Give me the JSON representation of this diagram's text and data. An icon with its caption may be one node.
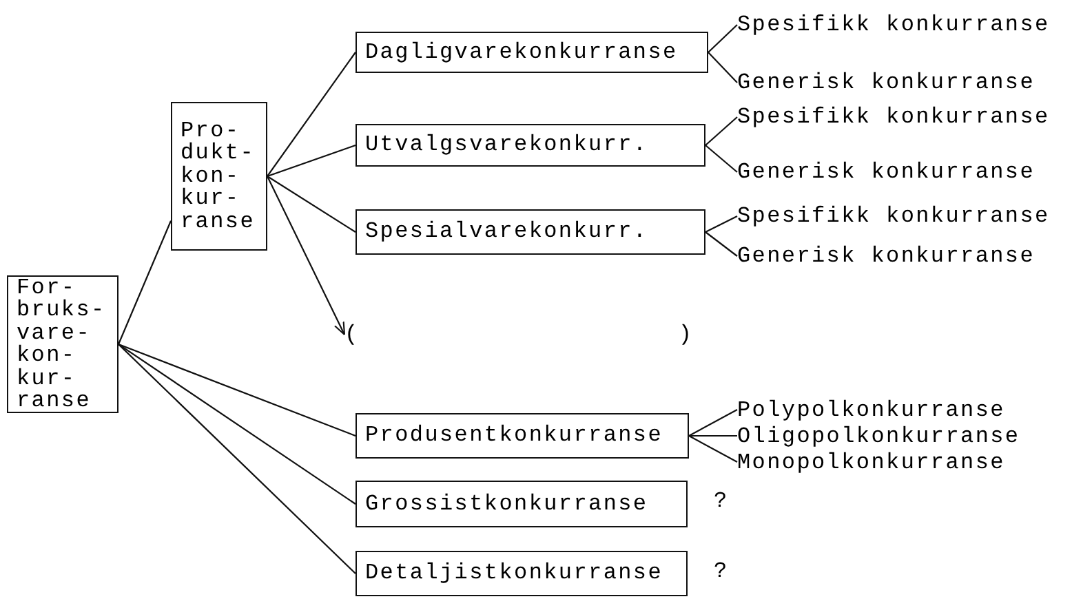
{
  "diagram": {
    "nodes": [
      {
        "text": [
          "For- bruks- vare- kon- kur- ranse"
        ]
      },
      {
        "text": [
          "Pro- dukt- kon- kur- ranse"
        ]
      },
      {
        "text": [
          "Dagligvarekonkurranse"
        ]
      },
      {
        "text": [
          "Utvalgsvarekonkurr."
        ]
      },
      {
        "text": [
          "Spesialvarekonkurr."
        ]
      },
      {
        "text": [
          "(",
          ")"
        ]
      },
      {
        "text": [
          "Produsentkonkurranse"
        ]
      },
      {
        "text": [
          "Grossistkonkurranse"
        ],
        "beside": [
          "?"
        ]
      },
      {
        "text": [
          "Detaljistkonkurranse"
        ],
        "beside": [
          "?"
        ]
      },
      {
        "text": [
          "Spesifikk konkurranse"
        ]
      },
      {
        "text": [
          "Generisk konkurranse"
        ]
      },
      {
        "text": [
          "Spesifikk konkurranse"
        ]
      },
      {
        "text": [
          "Generisk konkurranse"
        ]
      },
      {
        "text": [
          "Spesifikk konkurranse"
        ]
      },
      {
        "text": [
          "Generisk konkurranse"
        ]
      },
      {
        "text": [
          "Polypolkonkurranse"
        ]
      },
      {
        "text": [
          "Oligopolkonkurranse"
        ]
      },
      {
        "text": [
          "Monopolkonkurranse"
        ]
      }
    ],
    "edges": [
      {
        "from": 0,
        "to": 1,
        "arrow": "none"
      },
      {
        "from": 1,
        "to": 2,
        "arrow": "none"
      },
      {
        "from": 1,
        "to": 3,
        "arrow": "none"
      },
      {
        "from": 1,
        "to": 4,
        "arrow": "none"
      },
      {
        "from": 1,
        "to": 5,
        "arrow": "to"
      },
      {
        "from": 0,
        "to": 6,
        "arrow": "none"
      },
      {
        "from": 0,
        "to": 7,
        "arrow": "none"
      },
      {
        "from": 0,
        "to": 8,
        "arrow": "none"
      },
      {
        "from": 2,
        "to": 9,
        "arrow": "none"
      },
      {
        "from": 2,
        "to": 10,
        "arrow": "none"
      },
      {
        "from": 3,
        "to": 11,
        "arrow": "none"
      },
      {
        "from": 3,
        "to": 12,
        "arrow": "none"
      },
      {
        "from": 4,
        "to": 13,
        "arrow": "none"
      },
      {
        "from": 4,
        "to": 14,
        "arrow": "none"
      },
      {
        "from": 6,
        "to": 15,
        "arrow": "none"
      },
      {
        "from": 6,
        "to": 16,
        "arrow": "none"
      },
      {
        "from": 6,
        "to": 17,
        "arrow": "none"
      }
    ]
  }
}
